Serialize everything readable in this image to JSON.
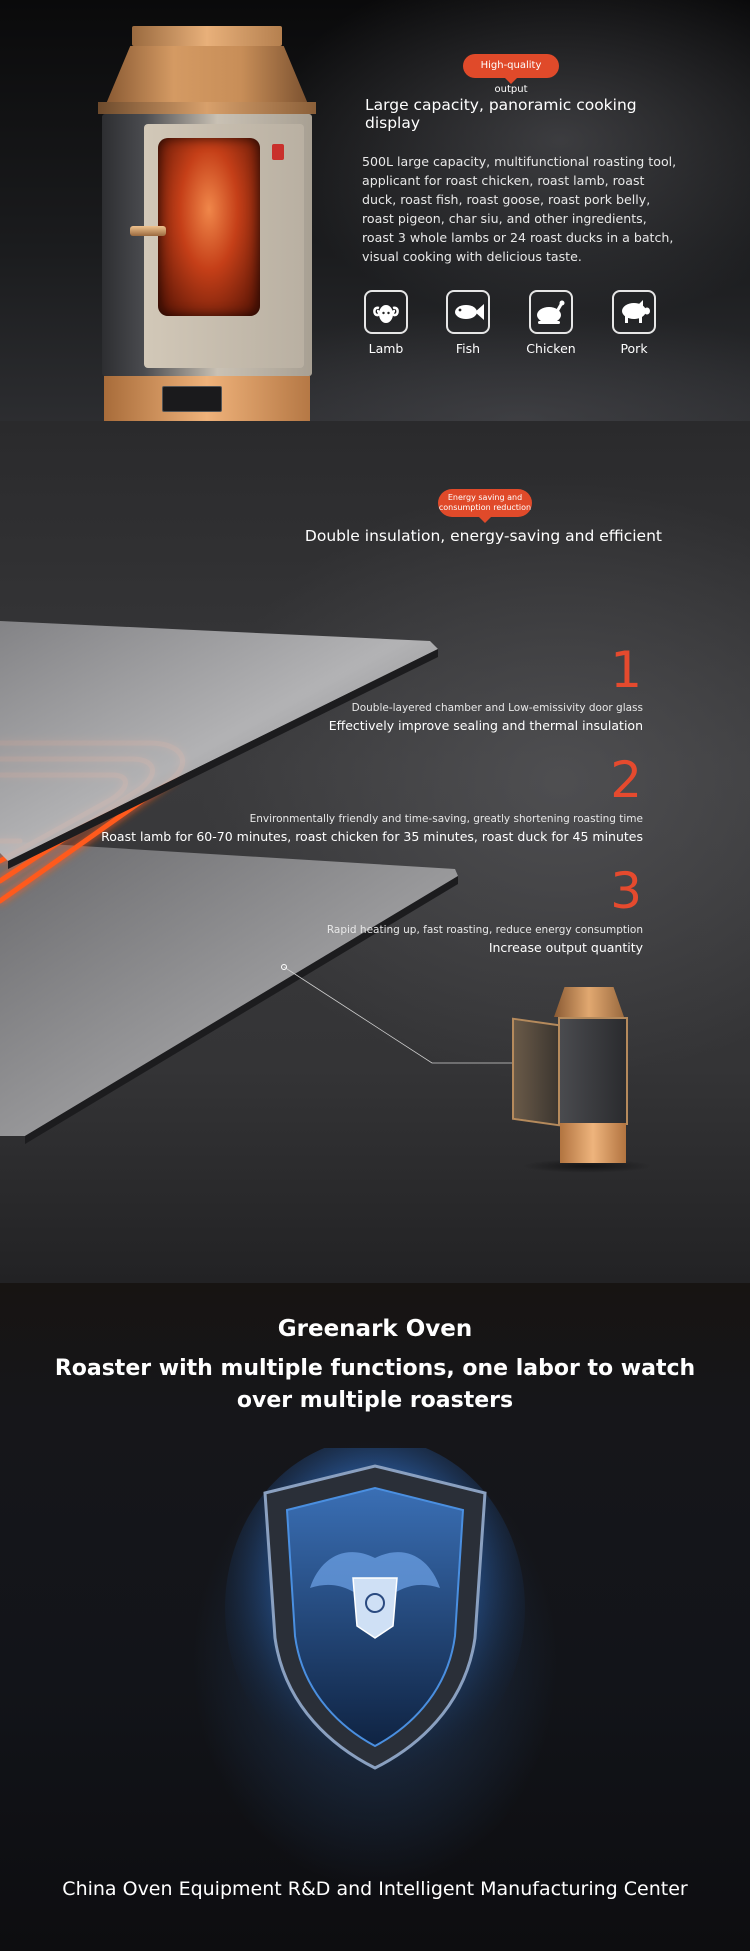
{
  "section1": {
    "badge": "High-quality output",
    "heading": "Large capacity, panoramic cooking display",
    "description": "500L large capacity, multifunctional roasting tool, applicant for roast chicken, roast lamb, roast duck, roast fish, roast goose, roast pork belly, roast pigeon, char siu, and other ingredients, roast 3 whole lambs or 24 roast ducks in a batch, visual cooking with delicious taste.",
    "items": [
      {
        "label": "Lamb",
        "icon": "ram-icon"
      },
      {
        "label": "Fish",
        "icon": "fish-icon"
      },
      {
        "label": "Chicken",
        "icon": "chicken-icon"
      },
      {
        "label": "Pork",
        "icon": "pig-icon"
      }
    ]
  },
  "section2": {
    "badge_line1": "Energy saving and",
    "badge_line2": "consumption reduction",
    "heading": "Double insulation, energy-saving and efficient",
    "features": [
      {
        "number": "1",
        "line1": "Double-layered chamber and Low-emissivity door glass",
        "line2": "Effectively improve sealing and thermal insulation"
      },
      {
        "number": "2",
        "line1": "Environmentally friendly and time-saving, greatly shortening roasting time",
        "line2": "Roast lamb for 60-70 minutes, roast chicken for 35 minutes, roast duck for 45 minutes"
      },
      {
        "number": "3",
        "line1": "Rapid heating up, fast roasting, reduce energy consumption",
        "line2": "Increase output quantity"
      }
    ]
  },
  "section3": {
    "brand": "Greenark Oven",
    "tagline": "Roaster with multiple functions, one labor to watch over multiple roasters",
    "footer": "China Oven Equipment R&D and Intelligent Manufacturing Center"
  },
  "colors": {
    "accent": "#e04a2a",
    "number": "#e54a2e",
    "glow": "#ff5a1f",
    "shield": "#4a8fe0"
  }
}
